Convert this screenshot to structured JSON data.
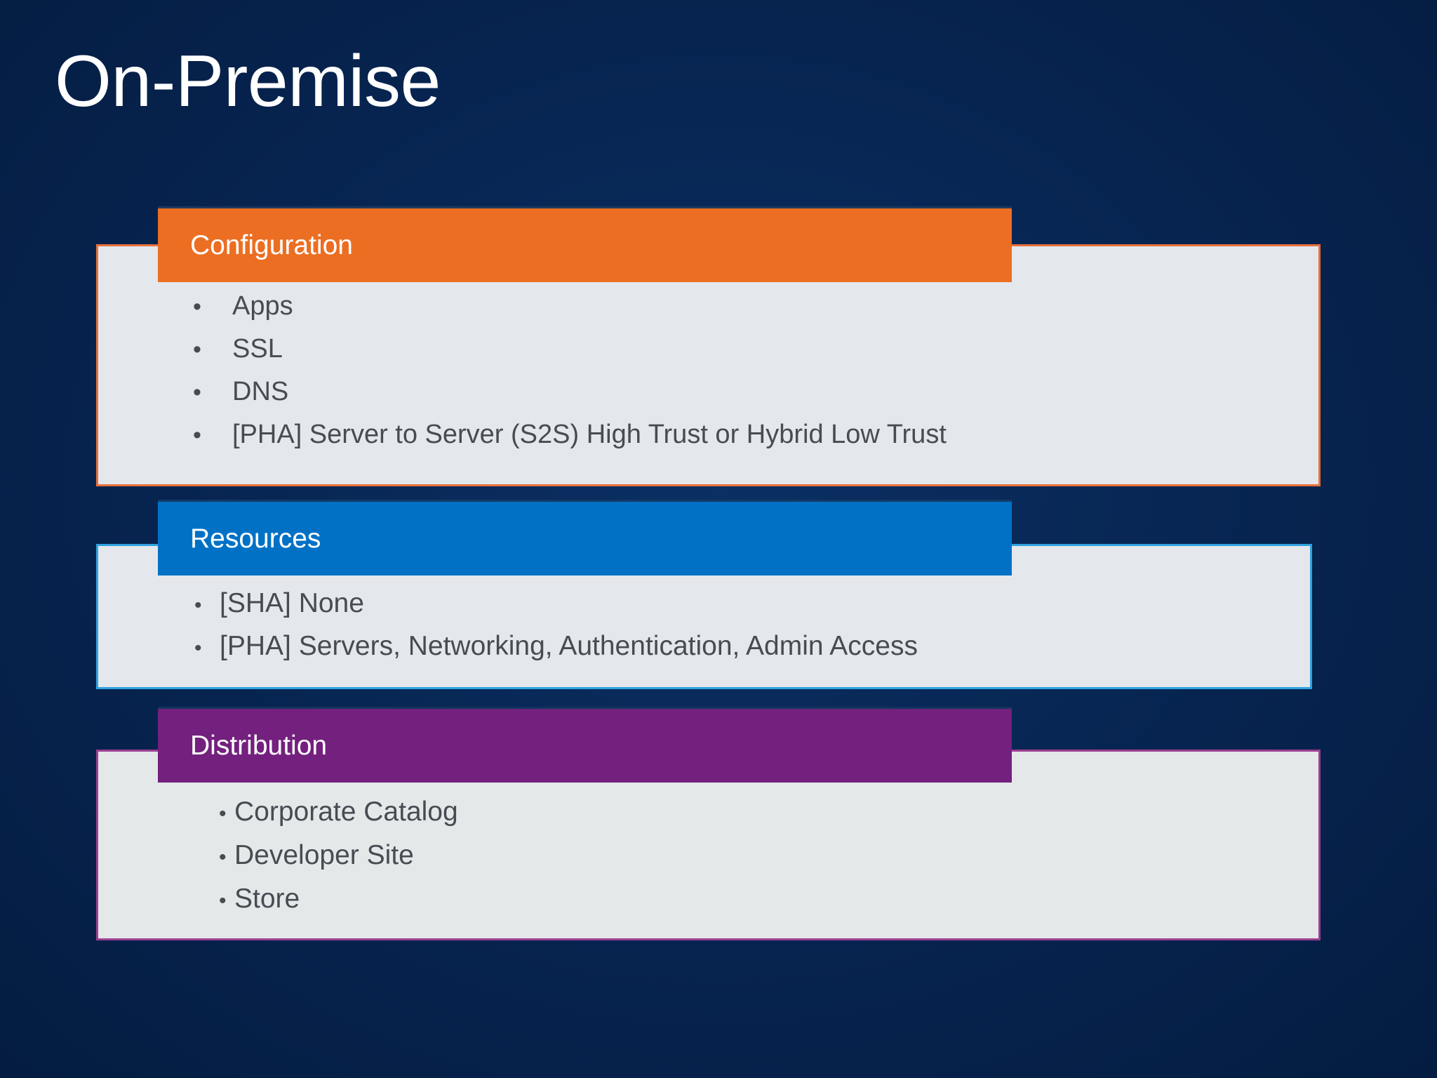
{
  "slide": {
    "title": "On-Premise",
    "background_color": "#072450",
    "title_color": "#ffffff"
  },
  "sections": [
    {
      "key": "configuration",
      "header": "Configuration",
      "header_color": "#ec6e22",
      "panel_color": "#e4e7ec",
      "border_color": "#e8703a",
      "bullet_char": "•",
      "items": [
        "Apps",
        "SSL",
        "DNS",
        "[PHA] Server to Server (S2S) High Trust or Hybrid Low Trust"
      ]
    },
    {
      "key": "resources",
      "header": "Resources",
      "header_color": "#0071c5",
      "panel_color": "#e4e8ec",
      "border_color": "#2fa3e0",
      "bullet_char": "•",
      "items": [
        "[SHA] None",
        "[PHA] Servers, Networking, Authentication, Admin Access"
      ]
    },
    {
      "key": "distribution",
      "header": "Distribution",
      "header_color": "#74207e",
      "panel_color": "#e4e8e9",
      "border_color": "#9c3f91",
      "bullet_char": "•",
      "items": [
        "Corporate Catalog",
        "Developer Site",
        "Store"
      ]
    }
  ]
}
